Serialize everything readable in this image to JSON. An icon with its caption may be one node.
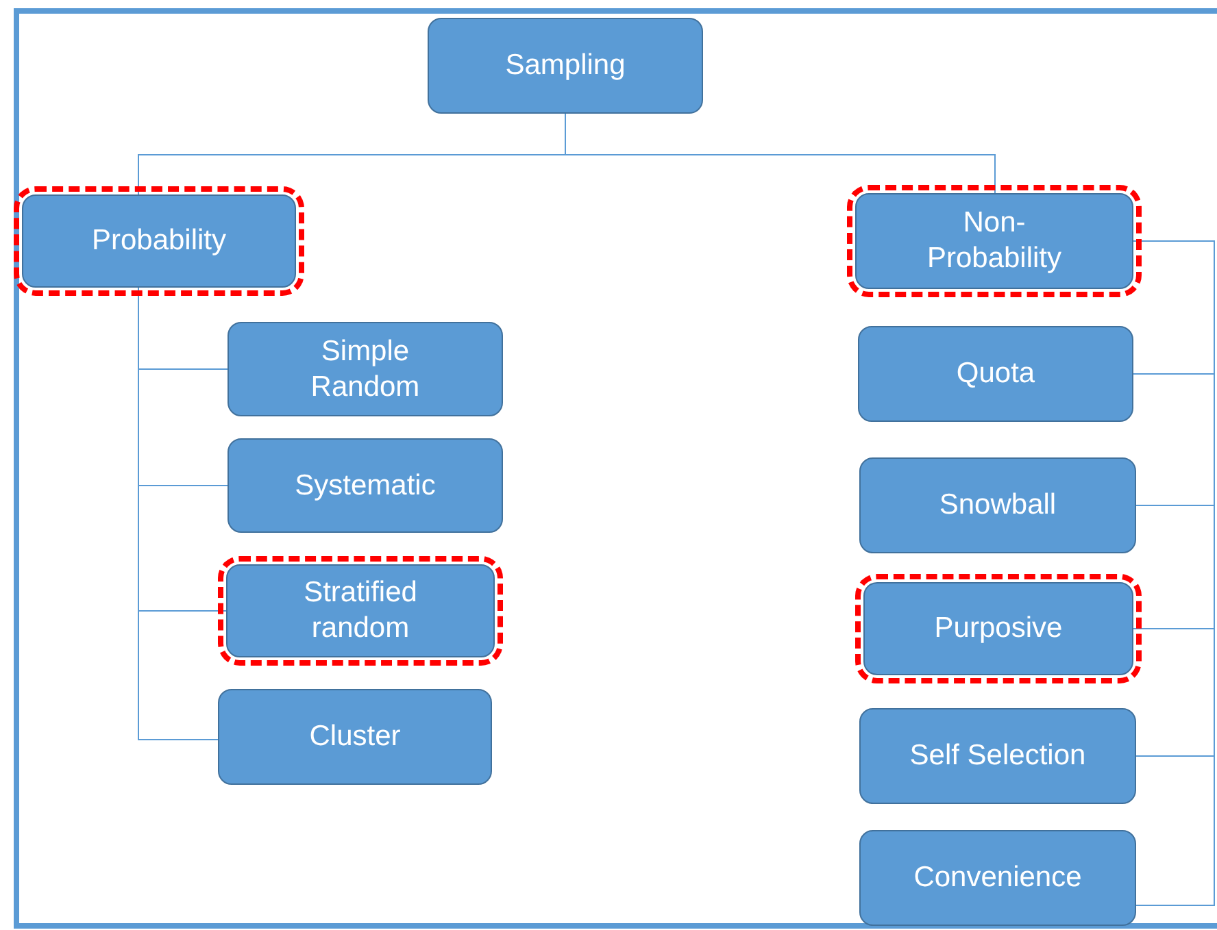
{
  "diagram": {
    "nodes": [
      {
        "text": [
          "Sampling"
        ]
      },
      {
        "text": [
          "Probability"
        ]
      },
      {
        "text": [
          "Non-Probability"
        ]
      },
      {
        "text": [
          "Simple Random"
        ]
      },
      {
        "text": [
          "Systematic"
        ]
      },
      {
        "text": [
          "Stratified random"
        ]
      },
      {
        "text": [
          "Cluster"
        ]
      },
      {
        "text": [
          "Quota"
        ]
      },
      {
        "text": [
          "Snowball"
        ]
      },
      {
        "text": [
          "Purposive"
        ]
      },
      {
        "text": [
          "Self Selection"
        ]
      },
      {
        "text": [
          "Convenience"
        ]
      }
    ],
    "edges": [
      {
        "from": 0,
        "to": 1,
        "arrow": "none"
      },
      {
        "from": 0,
        "to": 2,
        "arrow": "none"
      },
      {
        "from": 1,
        "to": 3,
        "arrow": "none"
      },
      {
        "from": 1,
        "to": 4,
        "arrow": "none"
      },
      {
        "from": 1,
        "to": 5,
        "arrow": "none"
      },
      {
        "from": 1,
        "to": 6,
        "arrow": "none"
      },
      {
        "from": 2,
        "to": 7,
        "arrow": "none"
      },
      {
        "from": 2,
        "to": 8,
        "arrow": "none"
      },
      {
        "from": 2,
        "to": 9,
        "arrow": "none"
      },
      {
        "from": 2,
        "to": 10,
        "arrow": "none"
      },
      {
        "from": 2,
        "to": 11,
        "arrow": "none"
      }
    ]
  }
}
